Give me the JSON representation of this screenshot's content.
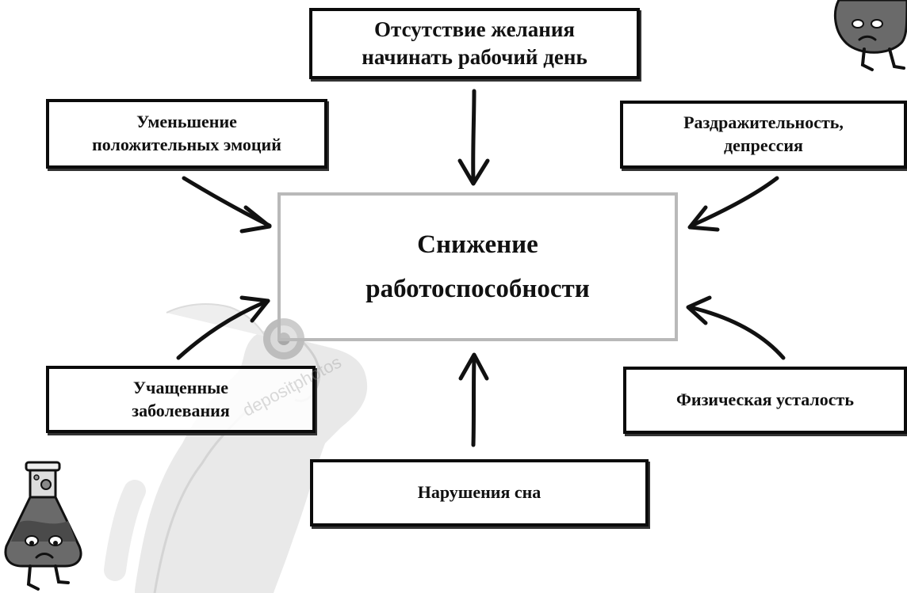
{
  "center": {
    "title": "Снижение\nработоспособности"
  },
  "causes": {
    "top": "Отсутствие желания\nначинать рабочий день",
    "top_left": "Уменьшение\nположительных эмоций",
    "top_right": "Раздражительность,\nдепрессия",
    "bottom_left": "Учащенные\nзаболевания",
    "bottom_right": "Физическая усталость",
    "bottom": "Нарушения сна"
  },
  "watermark": {
    "text": "depositphotos"
  },
  "colors": {
    "box_border": "#0b0b0b",
    "center_border": "#b9b9b9",
    "arrow": "#111111",
    "hand": "#e6e6e6"
  }
}
